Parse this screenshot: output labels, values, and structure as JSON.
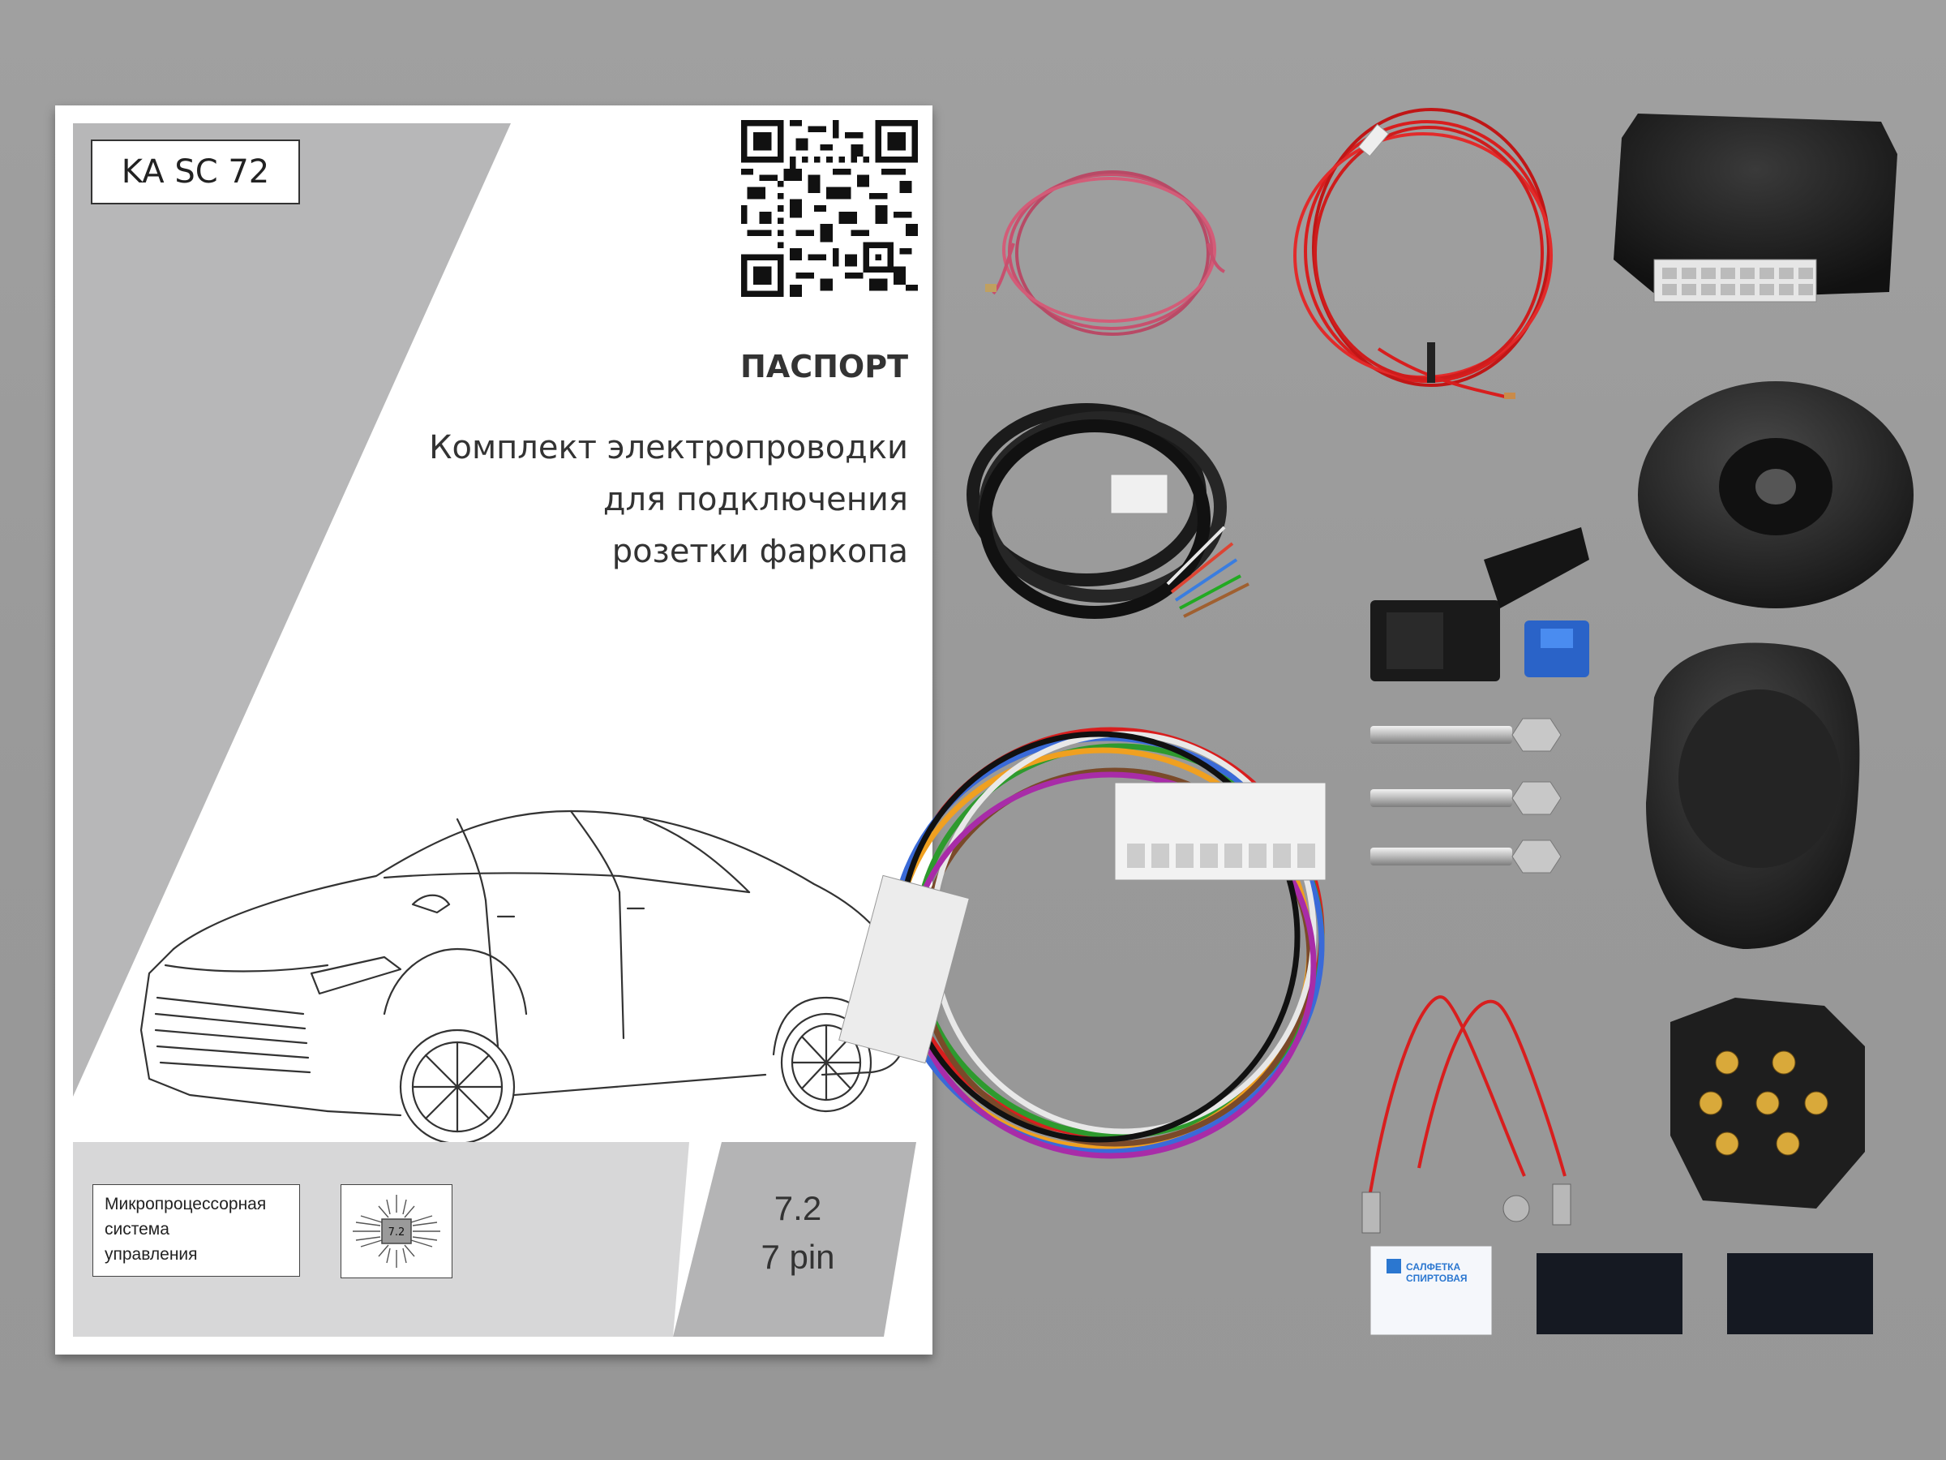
{
  "booklet": {
    "model": "KA SC 72",
    "title": "ПАСПОРТ",
    "subtitle_lines": [
      "Комплект электропроводки",
      "для подключения",
      "розетки фаркопа"
    ],
    "mcu_label_lines": [
      "Микропроцессорная",
      "система",
      "управления"
    ],
    "chip_label": "7.2",
    "version": "7.2",
    "pins": "7 pin"
  },
  "wipe_label": [
    "САЛФЕТКА",
    "СПИРТОВАЯ"
  ],
  "colors": {
    "background": "#9a9a9a",
    "panel_grey": "#b5b5b6",
    "panel_light": "#d8d8d8",
    "wire_red": "#d81e1e",
    "wire_pink": "#c8506e",
    "cable_black": "#1b1b1b",
    "fuse_blue": "#2a63c8"
  },
  "icons": [
    "qr-code-icon",
    "car-sedan-icon",
    "chip-icon"
  ]
}
